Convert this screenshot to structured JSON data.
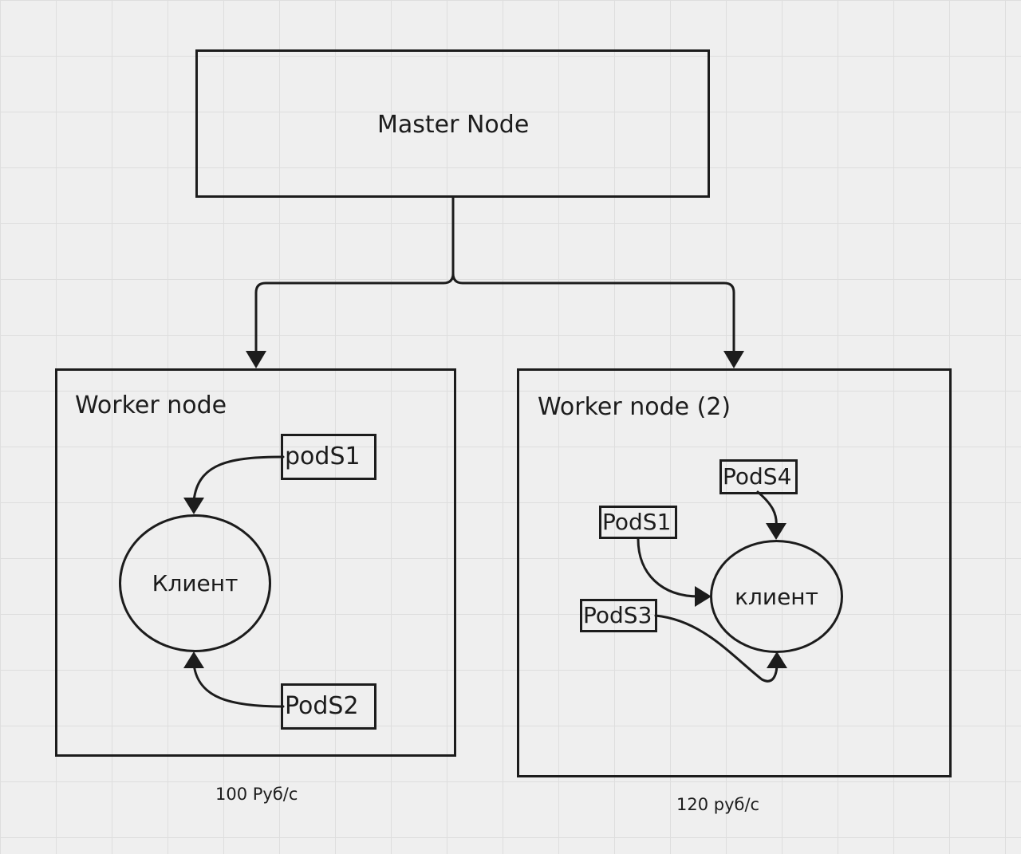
{
  "master": {
    "label": "Master Node"
  },
  "worker1": {
    "title": "Worker node",
    "client": "Клиент",
    "pods": [
      "podS1",
      "PodS2"
    ],
    "price": "100 Руб/с"
  },
  "worker2": {
    "title": "Worker node (2)",
    "client": "клиент",
    "pods": [
      "PodS4",
      "PodS1",
      "PodS3"
    ],
    "price": "120 руб/с"
  },
  "colors": {
    "stroke": "#1c1c1c",
    "background": "#efefef",
    "grid": "#dedede"
  }
}
